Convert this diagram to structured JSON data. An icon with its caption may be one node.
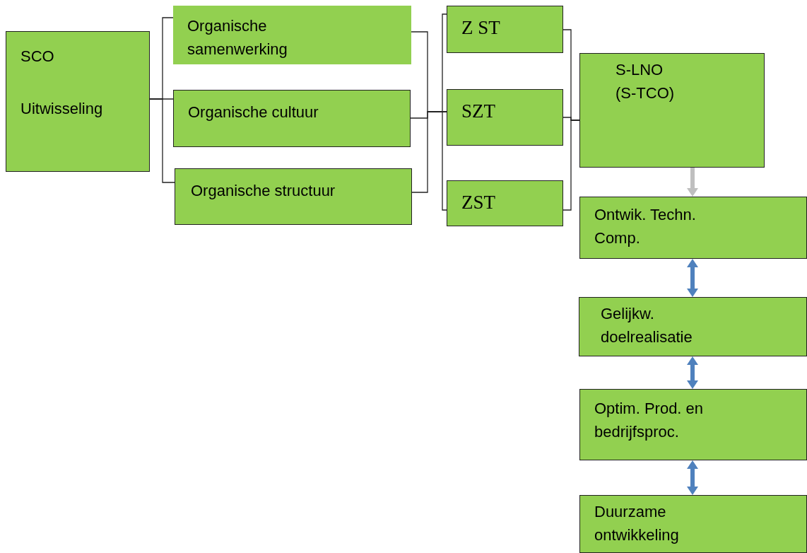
{
  "diagram": {
    "nodes": [
      {
        "text": [
          "SCO",
          "Uitwisseling"
        ]
      },
      {
        "text": [
          "Organische samenwerking"
        ]
      },
      {
        "text": [
          "Organische cultuur"
        ]
      },
      {
        "text": [
          "Organische structuur"
        ]
      },
      {
        "text": [
          "Z ST"
        ]
      },
      {
        "text": [
          "SZT"
        ]
      },
      {
        "text": [
          "ZST"
        ]
      },
      {
        "text": [
          "S-LNO (S-TCO)"
        ]
      },
      {
        "text": [
          "Ontwik. Techn. Comp."
        ]
      },
      {
        "text": [
          "Gelijkw. doelrealisatie"
        ]
      },
      {
        "text": [
          "Optim. Prod. en bedrijfsproc."
        ]
      },
      {
        "text": [
          "Duurzame ontwikkeling"
        ]
      }
    ],
    "edges": [
      {
        "from": 0,
        "to": 1,
        "arrow": "none"
      },
      {
        "from": 0,
        "to": 2,
        "arrow": "none"
      },
      {
        "from": 0,
        "to": 3,
        "arrow": "none"
      },
      {
        "from": 1,
        "to": 5,
        "arrow": "none"
      },
      {
        "from": 2,
        "to": 5,
        "arrow": "none"
      },
      {
        "from": 3,
        "to": 5,
        "arrow": "none"
      },
      {
        "from": 4,
        "to": 7,
        "arrow": "none"
      },
      {
        "from": 5,
        "to": 7,
        "arrow": "none"
      },
      {
        "from": 6,
        "to": 7,
        "arrow": "none"
      },
      {
        "from": 7,
        "to": 8,
        "arrow": "to",
        "style": "thick",
        "color": "#bfbfbf"
      },
      {
        "from": 8,
        "to": 9,
        "arrow": "both",
        "style": "thick",
        "color": "#4f81bd"
      },
      {
        "from": 9,
        "to": 10,
        "arrow": "both",
        "style": "thick",
        "color": "#4f81bd"
      },
      {
        "from": 10,
        "to": 11,
        "arrow": "both",
        "style": "thick",
        "color": "#4f81bd"
      }
    ]
  }
}
